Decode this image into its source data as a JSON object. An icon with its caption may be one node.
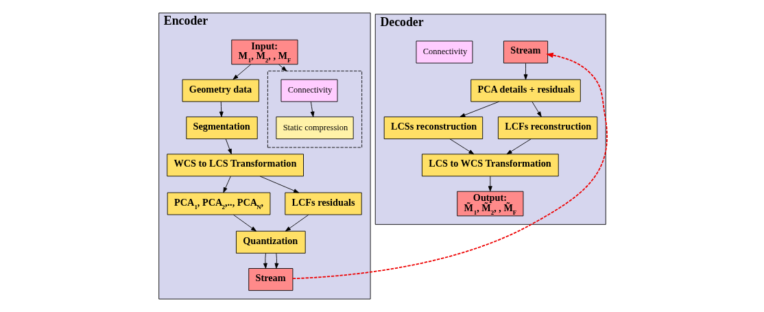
{
  "diagram": {
    "nodes": [
      {
        "text": [
          "Encoder"
        ]
      },
      {
        "text": [
          "Input:",
          "M$_{1}$, M$_{2}$, , M$_{F}$"
        ],
        "in": 0
      },
      {
        "text": [
          "Geometry data"
        ],
        "in": 0
      },
      {
        "text": [
          "Segmentation"
        ],
        "in": 0
      },
      {
        "text": [
          "WCS to LCS Transformation"
        ],
        "in": 0
      },
      {
        "text": [
          "PCA$_{1}$, PCA$_{2}$,.., PCA$_{N}$,"
        ],
        "in": 0
      },
      {
        "text": [],
        "shape": "box",
        "in": 0
      },
      {
        "text": [
          "Connectivity"
        ],
        "in": 6
      },
      {
        "text": [
          "Static compression"
        ],
        "in": 6
      },
      {
        "text": [
          "LCFs residuals"
        ],
        "in": 0
      },
      {
        "text": [
          "Quantization"
        ],
        "in": 0
      },
      {
        "text": [
          "Stream"
        ],
        "in": 0
      },
      {
        "text": [
          "Decoder"
        ]
      },
      {
        "text": [
          "Stream"
        ],
        "in": 12
      },
      {
        "text": [
          "PCA details + residuals"
        ],
        "in": 12
      },
      {
        "text": [
          "LCSs reconstruction"
        ],
        "in": 12
      },
      {
        "text": [
          "LCFs reconstruction"
        ],
        "in": 12
      },
      {
        "text": [
          "LCS to WCS Transformation"
        ],
        "in": 12
      },
      {
        "text": [
          "Output:",
          "M̃$_{1}$, M̃$_{2}$, , M̃$_{F}$"
        ],
        "in": 12
      },
      {
        "text": [
          "Connectivity"
        ],
        "in": 12
      }
    ],
    "edges": [
      {
        "from": 1,
        "to": 2,
        "arrow": "to"
      },
      {
        "from": 2,
        "to": 3,
        "arrow": "to"
      },
      {
        "from": 3,
        "to": 4,
        "arrow": "to"
      },
      {
        "from": 4,
        "to": 5,
        "arrow": "to"
      },
      {
        "from": 1,
        "to": 6,
        "arrow": "to"
      },
      {
        "from": 7,
        "to": 8,
        "arrow": "to"
      },
      {
        "from": 4,
        "to": 9,
        "arrow": "to"
      },
      {
        "from": 9,
        "to": 10,
        "arrow": "to"
      },
      {
        "from": 5,
        "to": 10,
        "arrow": "to"
      },
      {
        "from": 10,
        "to": 11,
        "arrow": "to"
      },
      {
        "from": 10,
        "to": 11,
        "arrow": "to"
      },
      {
        "from": 11,
        "to": 13,
        "arrow": "to",
        "style": "dashed",
        "color": "#ee0000"
      },
      {
        "from": 13,
        "to": 14,
        "arrow": "to"
      },
      {
        "from": 14,
        "to": 15,
        "arrow": "to"
      },
      {
        "from": 14,
        "to": 16,
        "arrow": "to"
      },
      {
        "from": 15,
        "to": 17,
        "arrow": "to"
      },
      {
        "from": 16,
        "to": 17,
        "arrow": "to"
      },
      {
        "from": 17,
        "to": 18,
        "arrow": "to"
      }
    ]
  }
}
